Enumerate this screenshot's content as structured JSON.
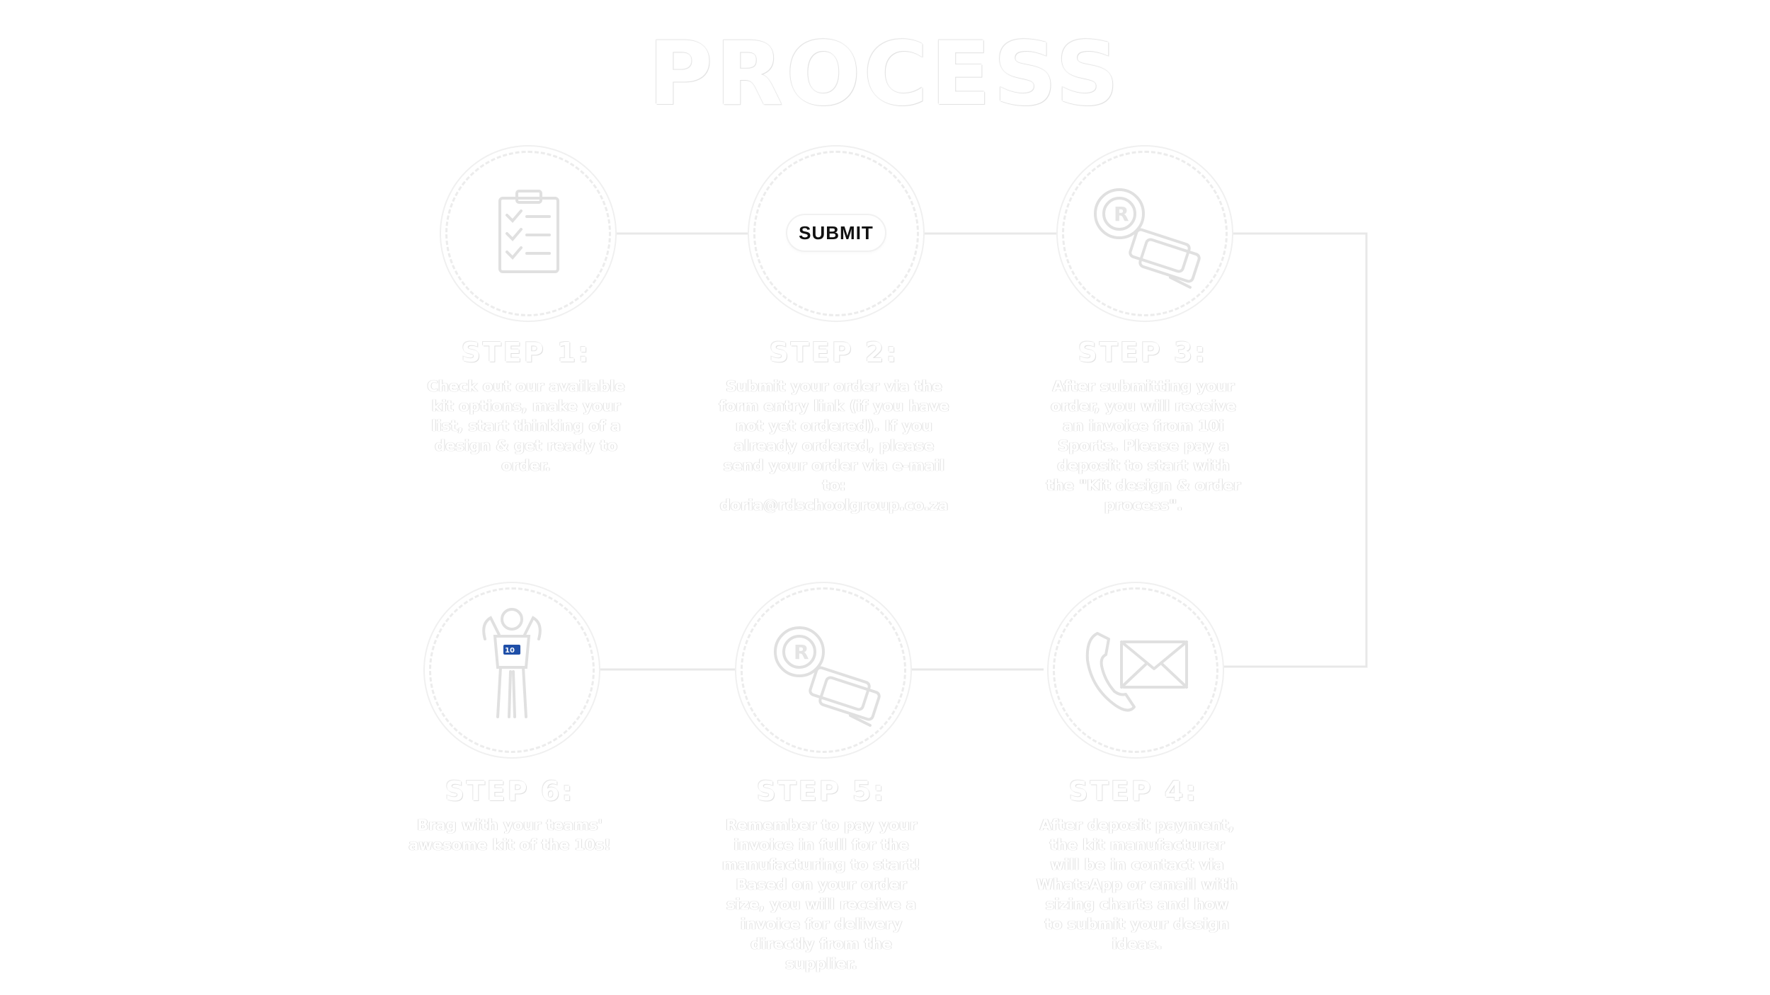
{
  "title": "PROCESS",
  "submit_label": "SUBMIT",
  "steps": [
    {
      "title": "STEP 1:",
      "description": "Check out our available kit options, make your list, start thinking of a design & get ready to order.",
      "icon": "clipboard-checklist-icon"
    },
    {
      "title": "STEP 2:",
      "description": "Submit your order via the form entry link (if you have not yet ordered). If you already ordered, please send your order via e-mail to: doria@rdschoolgroup.co.za",
      "icon": "submit-button-icon"
    },
    {
      "title": "STEP 3:",
      "description": "After submitting your order, you will receive an invoice from 10i Sports. Please pay a deposit to start with the \"Kit design & order process\".",
      "icon": "coins-money-icon"
    },
    {
      "title": "STEP 4:",
      "description": "After deposit payment, the kit manufacturer will be in contact via WhatsApp or email with sizing charts and how to submit your design ideas.",
      "icon": "phone-email-icon"
    },
    {
      "title": "STEP 5:",
      "description": "Remember to pay your invoice in full for the manufacturing to start! Based on your order size, you will receive a invoice for delivery directly from the supplier.",
      "icon": "coins-money-icon"
    },
    {
      "title": "STEP 6:",
      "description": "Brag with your teams' awesome kit of the 10s!",
      "icon": "athlete-kit-icon"
    }
  ],
  "colors": {
    "outline": "#ececec",
    "text_outline": "#d6d6d6",
    "logo_blue": "#1f4fa8"
  }
}
